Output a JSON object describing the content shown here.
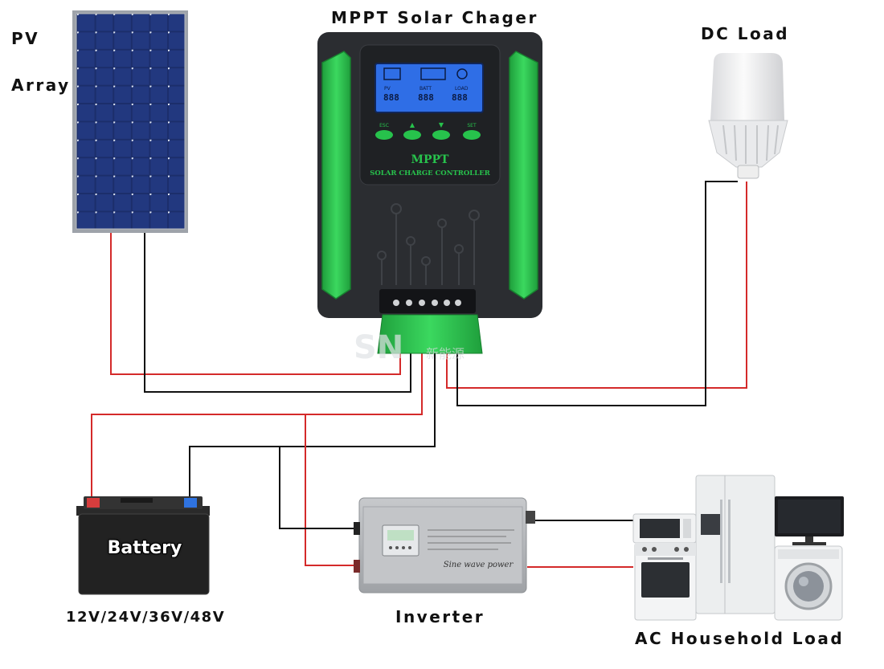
{
  "labels": {
    "pv_line1": "PV",
    "pv_line2": "Array",
    "controller_title": "MPPT Solar Chager",
    "dc_load": "DC Load",
    "battery": "Battery",
    "battery_voltages": "12V/24V/36V/48V",
    "inverter": "Inverter",
    "ac_load": "AC Household Load"
  },
  "controller": {
    "logo": "MPPT",
    "subtitle": "SOLAR CHARGE CONTROLLER",
    "buttons": [
      "ESC",
      "▲",
      "▼",
      "SET"
    ],
    "lcd": {
      "digits": [
        "888",
        "888",
        "888"
      ],
      "units": [
        "PV",
        "BATT",
        "LOAD"
      ]
    },
    "watermark_en": "SN",
    "watermark_cn": "新能源"
  },
  "inverter": {
    "caption": "Sine wave power"
  },
  "colors": {
    "positive_wire": "#d42a2a",
    "negative_wire": "#111111",
    "controller_body": "#2b2d31",
    "controller_accent": "#27c24c",
    "lcd": "#2f6ee6",
    "inverter_body": "#b5b7ba",
    "solar_cell": "#1c2e6b"
  },
  "icons": [
    "solar-panel-icon",
    "led-bulb-icon",
    "battery-icon",
    "inverter-icon",
    "microwave-icon",
    "oven-icon",
    "refrigerator-icon",
    "tv-icon",
    "washing-machine-icon"
  ]
}
